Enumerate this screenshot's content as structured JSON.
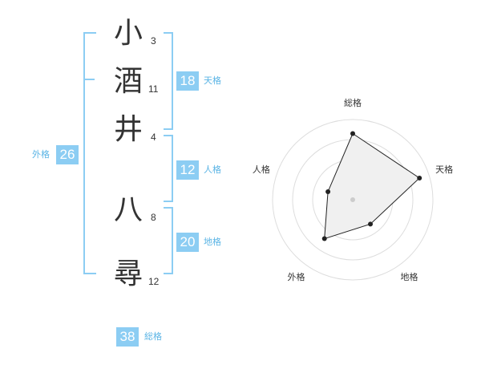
{
  "name": {
    "characters": [
      {
        "char": "小",
        "strokes": "3"
      },
      {
        "char": "酒",
        "strokes": "11"
      },
      {
        "char": "井",
        "strokes": "4"
      },
      {
        "char": "八",
        "strokes": "8"
      },
      {
        "char": "尋",
        "strokes": "12"
      }
    ]
  },
  "fortune": {
    "tenkaku": {
      "value": "18",
      "label": "天格"
    },
    "jinkaku": {
      "value": "12",
      "label": "人格"
    },
    "chikaku": {
      "value": "20",
      "label": "地格"
    },
    "gaikaku": {
      "value": "26",
      "label": "外格"
    },
    "soukaku": {
      "value": "38",
      "label": "総格"
    }
  },
  "colors": {
    "accent": "#8ccdf3",
    "accent_text": "#5ab4e5",
    "text": "#333333"
  },
  "chart_data": {
    "type": "radar",
    "axes": [
      "総格",
      "天格",
      "地格",
      "外格",
      "人格"
    ],
    "rings": 4,
    "max": 4,
    "values": [
      3.3,
      3.5,
      1.5,
      2.4,
      1.3
    ]
  }
}
